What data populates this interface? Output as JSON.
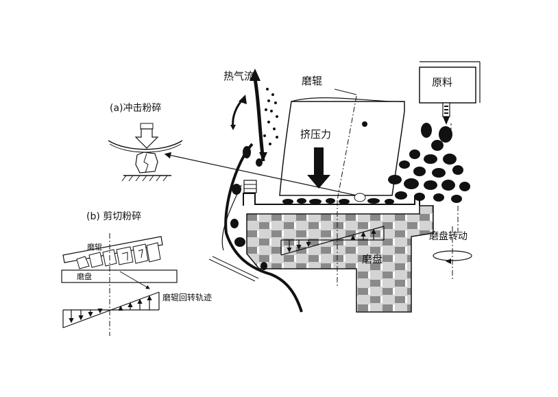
{
  "labels": {
    "hot_air_flow": "热气流",
    "grinding_roller": "磨辊",
    "raw_material": "原料",
    "squeeze_force": "挤压力",
    "impact_crushing": "(a)冲击粉碎",
    "shear_crushing": "(b) 剪切粉碎",
    "table_rotation": "磨盘转动",
    "grinding_table": "磨盘",
    "inset_roller": "磨辊",
    "inset_table": "磨盘",
    "roller_track": "磨辊回转轨迹"
  },
  "colors": {
    "ink": "#111111",
    "table_hatch": "#8a8a8a",
    "table_light": "#d4d4d4"
  }
}
